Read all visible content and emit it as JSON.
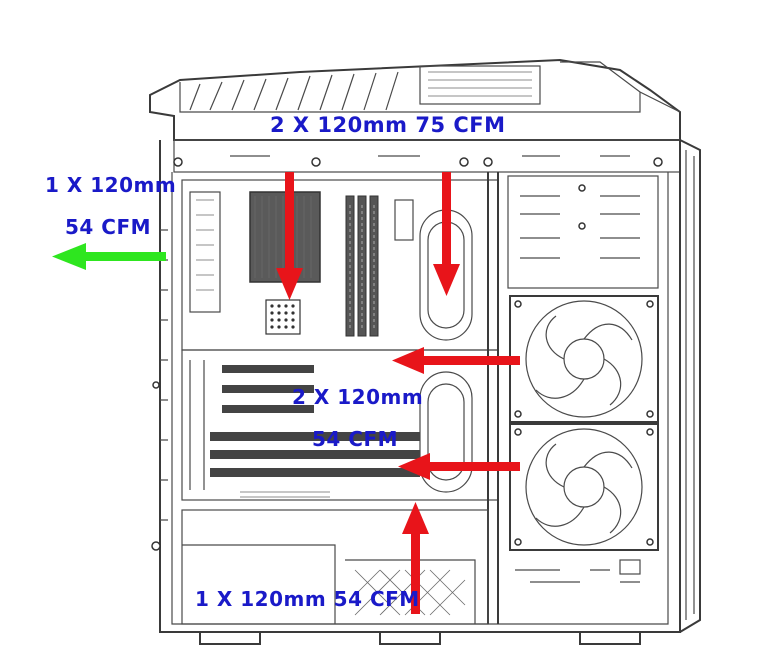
{
  "labels": {
    "top_exhaust": "2 X 120mm 75 CFM",
    "rear_line1": "1 X 120mm",
    "rear_line2": "54 CFM",
    "front_line1": "2 X 120mm",
    "front_line2": "54 CFM",
    "bottom_intake": "1 X 120mm 54 CFM"
  },
  "colors": {
    "intake_arrow": "#e8141a",
    "exhaust_arrow": "#2ee61f",
    "label_text": "#1a1ac8",
    "line_art": "#3a3a3a"
  }
}
